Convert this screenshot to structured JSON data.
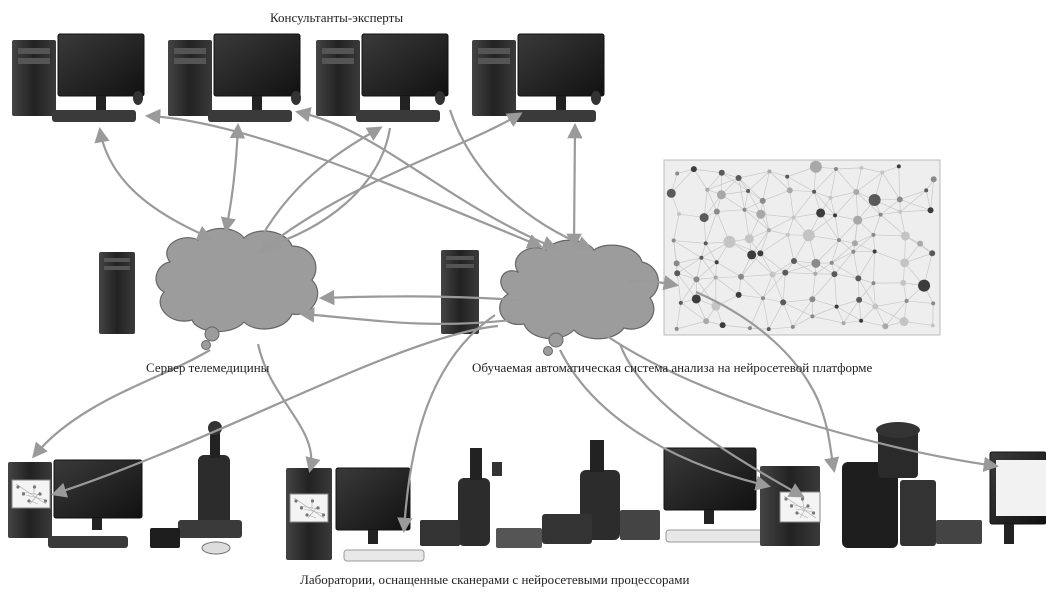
{
  "labels": {
    "experts": "Консультанты-эксперты",
    "server": "Сервер телемедицины",
    "ai_system": "Обучаемая автоматическая система анализа на нейросетевой платформе",
    "labs": "Лаборатории, оснащенные сканерами с нейросетевыми процессорами"
  },
  "icons": {
    "expert_workstation": "desktop-computer-icon",
    "server": "tower-server-icon",
    "cloud": "cloud-icon",
    "network": "neural-network-image",
    "microscope": "microscope-icon",
    "scanner": "slide-scanner-icon"
  },
  "colors": {
    "arrow": "#9a9a9a",
    "cloud_fill": "#9c9c9c",
    "cloud_stroke": "#666666",
    "device_dark": "#2b2b2b",
    "network_node": "#8a8a8a",
    "network_bg": "#eeeeee"
  }
}
